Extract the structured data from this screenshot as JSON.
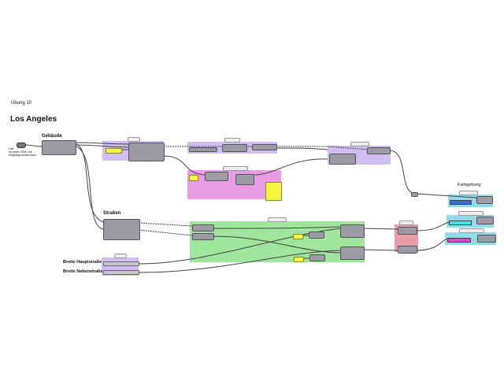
{
  "canvas": {
    "title": "Übung 10",
    "subtitle": "Los Angeles",
    "link_note": {
      "line1": "Link",
      "line2": "wo jeder OSM Link",
      "line3": "eingefügt werden kann"
    },
    "labels": {
      "buildings": "Gebäude",
      "streets": "Straßen",
      "main_street_width": "Breite Hauptstraße",
      "side_street_width": "Breite Nebenstraße",
      "coloring": "Farbgebung"
    }
  },
  "colors": {
    "group_purple": "#c9b3ef",
    "group_magenta": "#e48be0",
    "group_green": "#8ee08a",
    "group_red": "#e88a95",
    "group_cyan": "#7fd6e6",
    "swatch_blue": "#4466dd",
    "swatch_cyan": "#44e5ee",
    "swatch_magenta": "#dd44cc"
  }
}
